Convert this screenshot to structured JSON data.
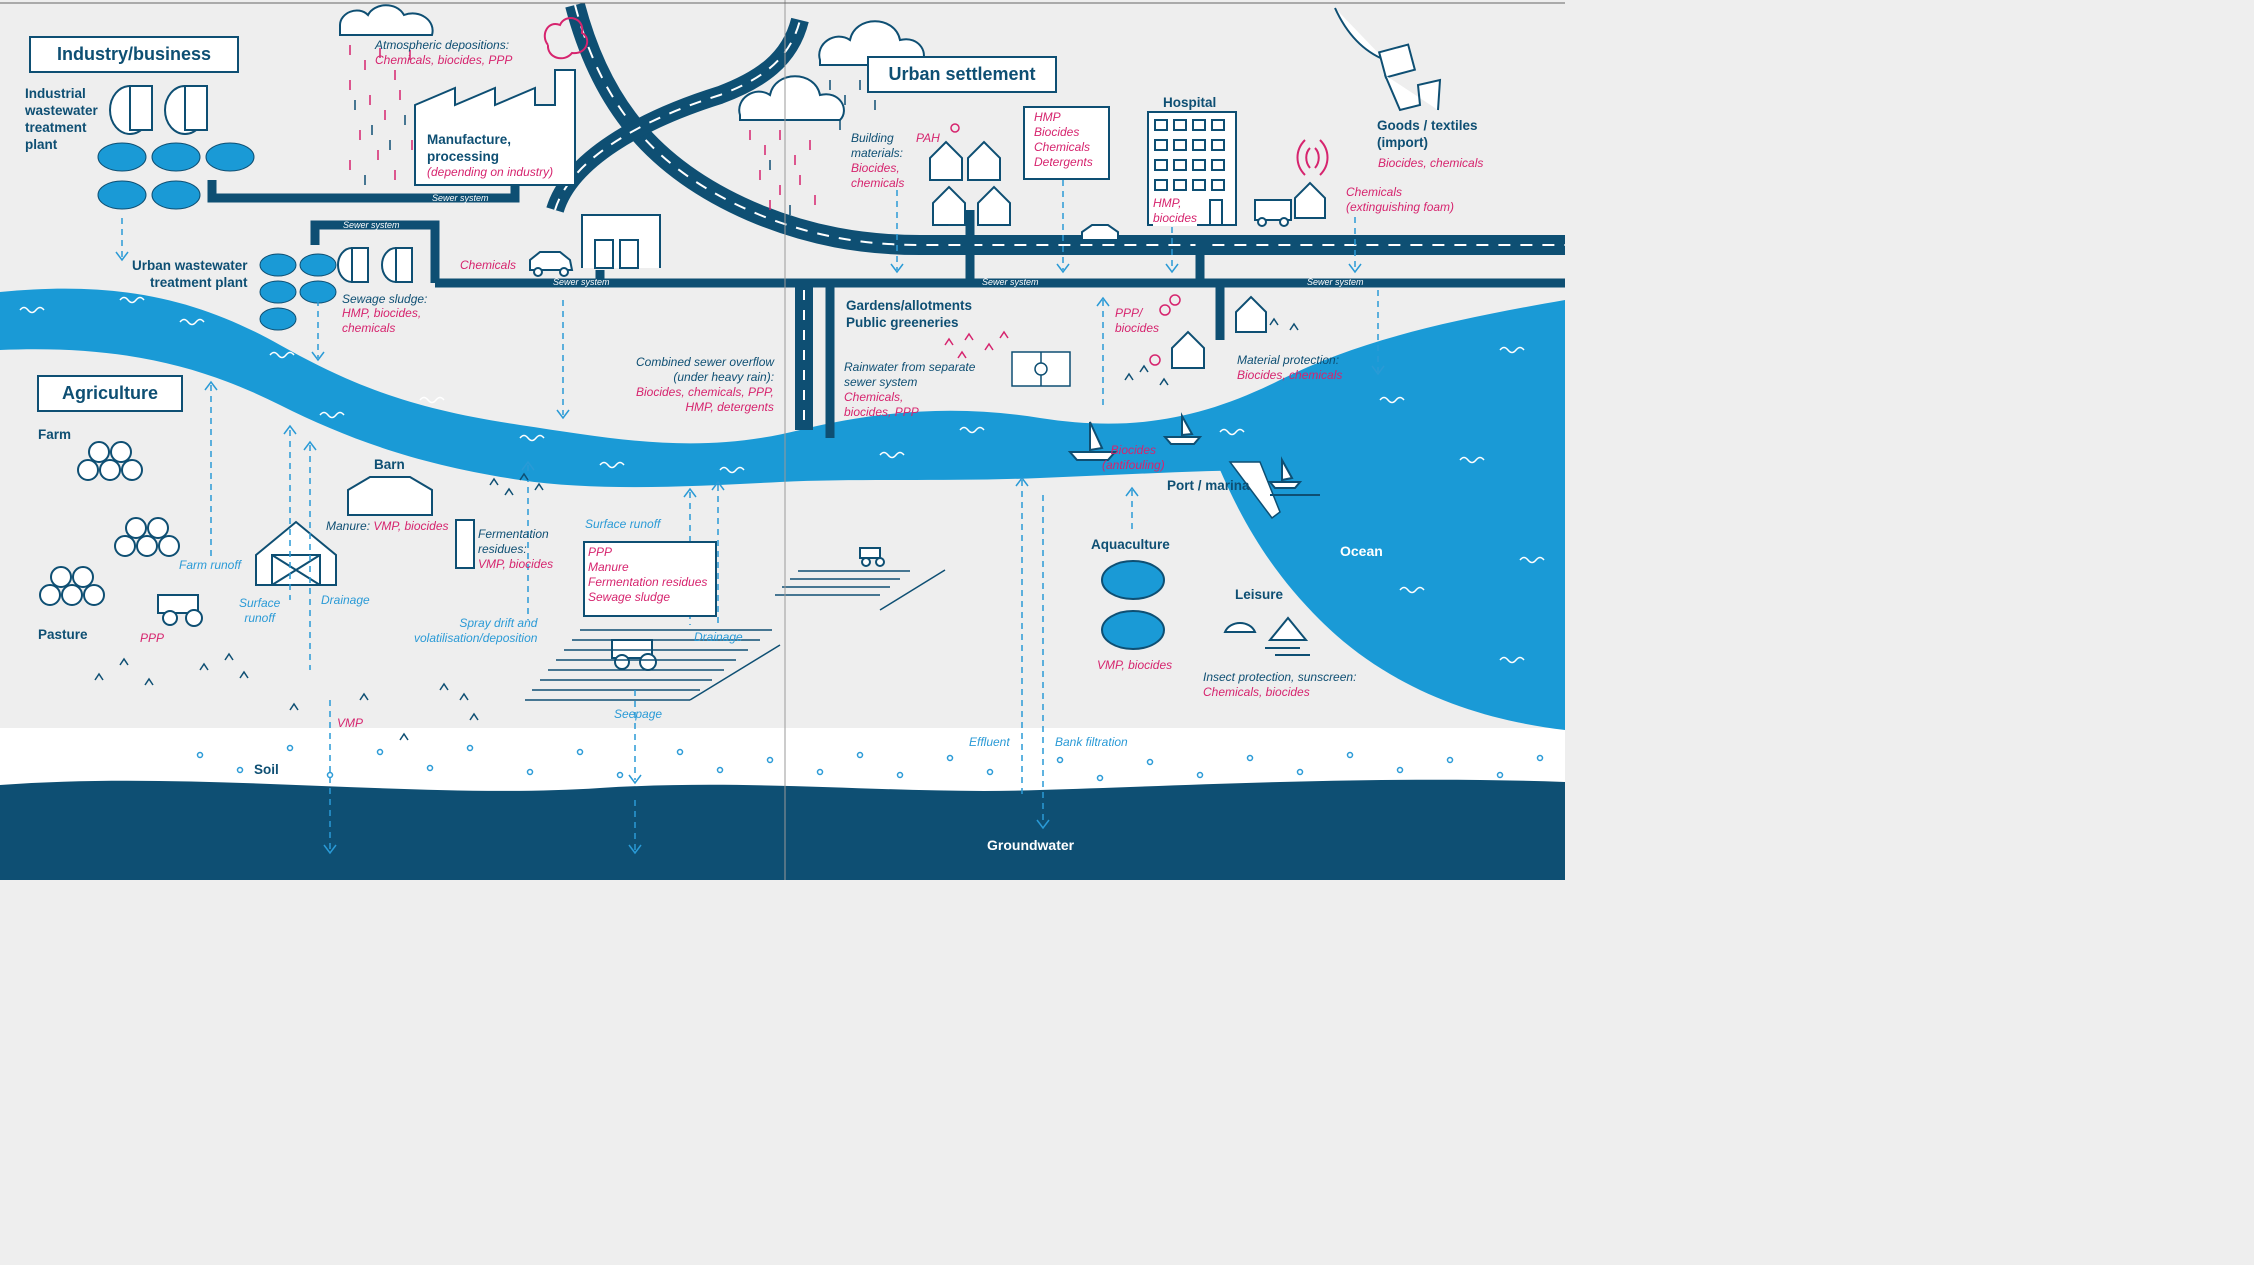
{
  "colors": {
    "river": "#1a9ad6",
    "dark_blue": "#0e4f73",
    "pink": "#d6246e",
    "light_blue": "#2a9ad6",
    "background": "#eeeeee"
  },
  "sections": {
    "industry": "Industry/business",
    "urban": "Urban settlement",
    "agriculture": "Agriculture"
  },
  "industry": {
    "iwtp": [
      "Industrial",
      "wastewater",
      "treatment",
      "plant"
    ],
    "atmo_title": "Atmospheric depositions:",
    "atmo_sub": "Chemicals, biocides, PPP",
    "manufacture": [
      "Manufacture,",
      "processing"
    ],
    "manufacture_sub": "(depending on industry)",
    "sewer1": "Sewer system",
    "sewer2": "Sewer system",
    "uwtp": [
      "Urban wastewater",
      "treatment plant"
    ],
    "sludge_title": "Sewage sludge:",
    "sludge_items": [
      "HMP, biocides,",
      "chemicals"
    ],
    "chemicals": "Chemicals",
    "sewer3": "Sewer system"
  },
  "urban": {
    "building_title": [
      "Building",
      "materials:"
    ],
    "building_items": [
      "Biocides,",
      "chemicals"
    ],
    "pah": "PAH",
    "hmp_box": [
      "HMP",
      "Biocides",
      "Chemicals",
      "Detergents"
    ],
    "hospital": "Hospital",
    "hospital_sub": [
      "HMP,",
      "biocides"
    ],
    "goods": [
      "Goods / textiles",
      "(import)"
    ],
    "goods_sub": "Biocides, chemicals",
    "chem_fire": [
      "Chemicals",
      "(extinguishing foam)"
    ],
    "sewer_a": "Sewer system",
    "sewer_b": "Sewer system",
    "gardens": [
      "Gardens/allotments",
      "Public greeneries"
    ],
    "rainwater": [
      "Rainwater from separate",
      "sewer system"
    ],
    "rainwater_items": [
      "Chemicals,",
      "biocides, PPP"
    ],
    "ppp_biocides": [
      "PPP/",
      "biocides"
    ],
    "material_title": "Material protection:",
    "material_items": "Biocides, chemicals",
    "cso_title": [
      "Combined sewer overflow",
      "(under heavy rain):"
    ],
    "cso_items": [
      "Biocides, chemicals, PPP,",
      "HMP, detergents"
    ]
  },
  "water": {
    "antifouling": [
      "Biocides",
      "(antifouling)"
    ],
    "port": "Port / marina",
    "ocean": "Ocean",
    "aquaculture": "Aquaculture",
    "aquaculture_sub": "VMP, biocides",
    "leisure": "Leisure",
    "leisure_title": "Insect protection, sunscreen:",
    "leisure_items": "Chemicals, biocides",
    "effluent": "Effluent",
    "bank": "Bank filtration",
    "groundwater": "Groundwater",
    "soil": "Soil"
  },
  "agri": {
    "farm": "Farm",
    "pasture": "Pasture",
    "farm_runoff": "Farm runoff",
    "barn": "Barn",
    "manure_title": "Manure: ",
    "manure_items": "VMP, biocides",
    "fermentation": [
      "Fermentation",
      "residues:"
    ],
    "fermentation_items": "VMP, biocides",
    "surface_runoff1": [
      "Surface",
      "runoff"
    ],
    "drainage1": "Drainage",
    "ppp": "PPP",
    "vmp": "VMP",
    "surface_runoff2": "Surface runoff",
    "callout": [
      "PPP",
      "Manure",
      "Fermentation residues",
      "Sewage sludge"
    ],
    "spray": [
      "Spray drift and",
      "volatilisation/deposition"
    ],
    "drainage2": "Drainage",
    "seepage": "Seepage"
  }
}
